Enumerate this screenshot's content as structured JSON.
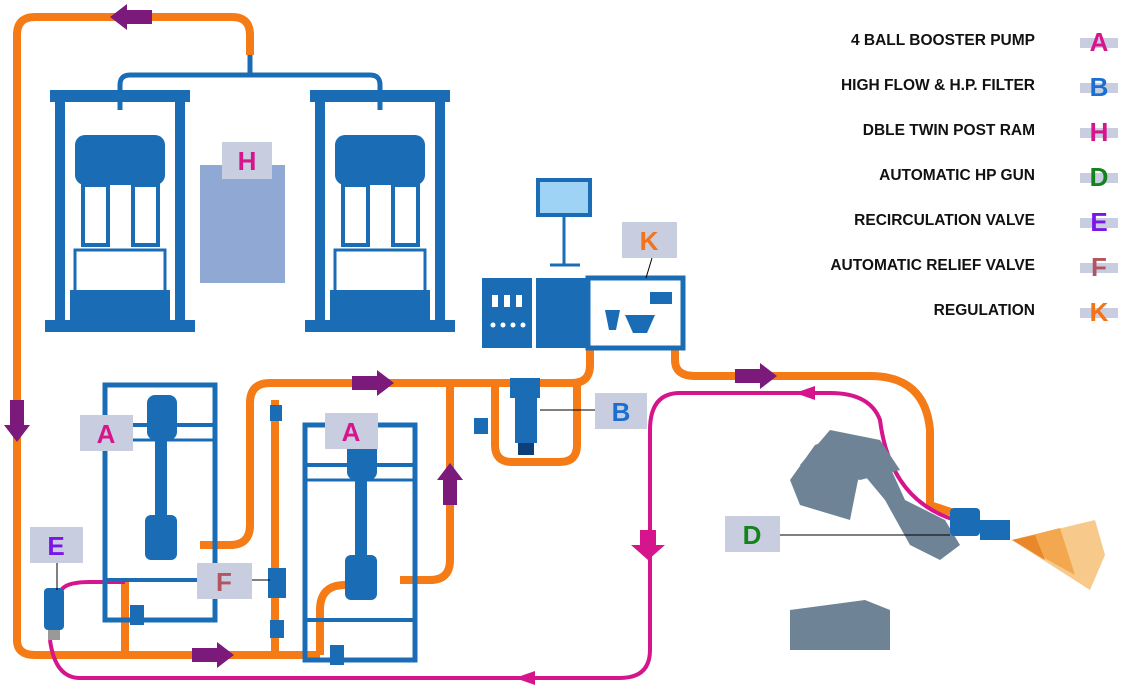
{
  "legend": [
    {
      "text": "4 BALL BOOSTER PUMP",
      "letter": "A",
      "color": "#d6158c"
    },
    {
      "text": "HIGH FLOW & H.P. FILTER",
      "letter": "B",
      "color": "#1a6fd0"
    },
    {
      "text": "DBLE TWIN POST RAM",
      "letter": "H",
      "color": "#d6158c"
    },
    {
      "text": "AUTOMATIC HP GUN",
      "letter": "D",
      "color": "#16821e"
    },
    {
      "text": "RECIRCULATION VALVE",
      "letter": "E",
      "color": "#7a16e8"
    },
    {
      "text": "AUTOMATIC RELIEF VALVE",
      "letter": "F",
      "color": "#b25560"
    },
    {
      "text": "REGULATION",
      "letter": "K",
      "color": "#f57316"
    }
  ],
  "labels": {
    "H": "H",
    "K": "K",
    "A1": "A",
    "A2": "A",
    "B": "B",
    "D": "D",
    "E": "E",
    "F": "F"
  },
  "colors": {
    "supply_line": "#f57b16",
    "return_line": "#d6158c",
    "flow_arrow": "#7b1a7b",
    "equipment": "#1a6db5",
    "robot": "#6e8396",
    "label_box": "#c8cde0"
  }
}
